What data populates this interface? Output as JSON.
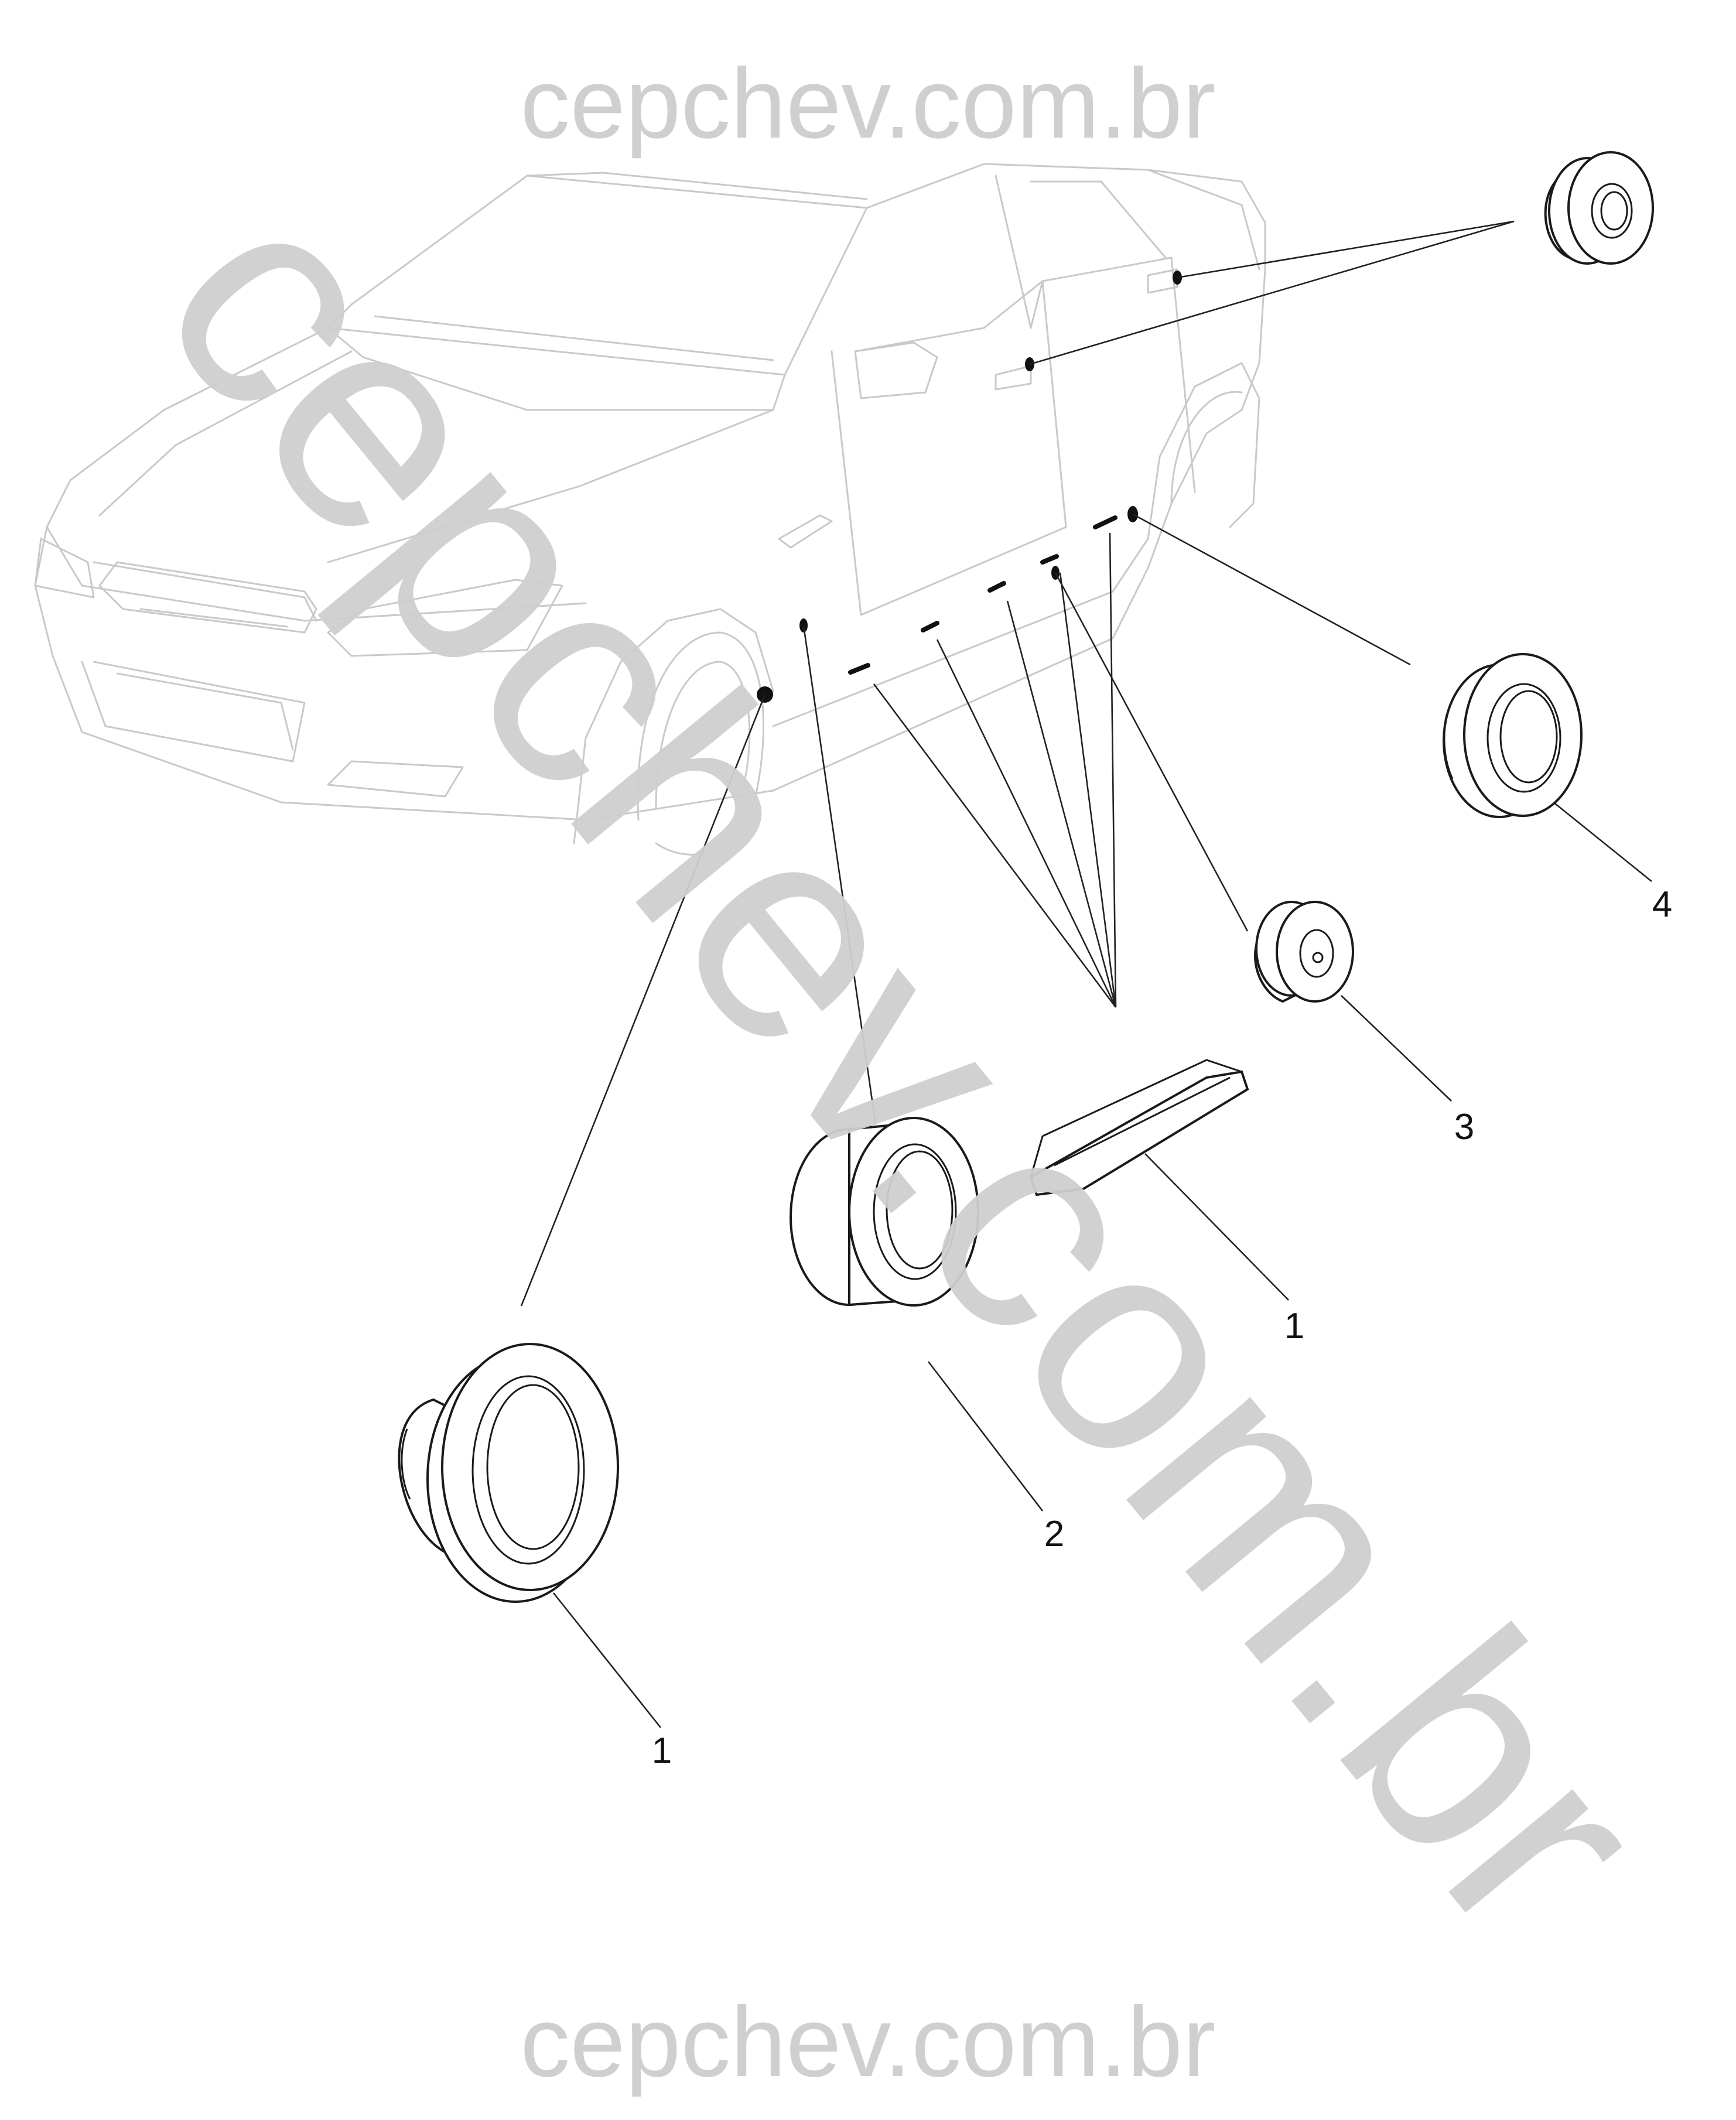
{
  "watermark": {
    "top": "cepchev.com.br",
    "diagonal": "cepchev.com.br",
    "bottom": "cepchev.com.br"
  },
  "callouts": [
    {
      "id": "callout-1-left",
      "text": "1"
    },
    {
      "id": "callout-2",
      "text": "2"
    },
    {
      "id": "callout-1-strip",
      "text": "1"
    },
    {
      "id": "callout-3",
      "text": "3"
    },
    {
      "id": "callout-4",
      "text": "4"
    }
  ],
  "colors": {
    "background": "#ffffff",
    "watermark": "#cfcfcf",
    "car_outline": "#c9c9c9",
    "part_line": "#1a1a1a"
  }
}
